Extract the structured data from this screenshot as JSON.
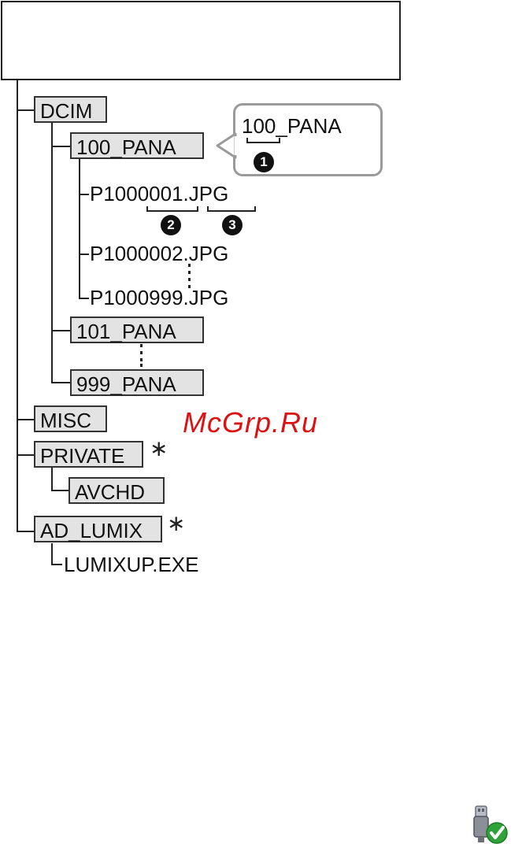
{
  "tree": {
    "dcim": "DCIM",
    "pana100": "100_PANA",
    "file1": "P1000001.JPG",
    "file2": "P1000002.JPG",
    "file999": "P1000999.JPG",
    "pana101": "101_PANA",
    "pana999": "999_PANA",
    "misc": "MISC",
    "private": "PRIVATE",
    "avchd": "AVCHD",
    "ad_lumix": "AD_LUMIX",
    "lumixup": "LUMIXUP.EXE",
    "asterisk": "∗"
  },
  "callout": {
    "folder_name": "100_PANA",
    "marker": "1"
  },
  "markers": {
    "m2": "2",
    "m3": "3"
  },
  "watermark": "McGrp.Ru",
  "colors": {
    "folder_fill": "#e3e3e3",
    "callout_border": "#9a9a9a",
    "watermark": "#dd1111",
    "usb_check": "#2fa33a"
  }
}
